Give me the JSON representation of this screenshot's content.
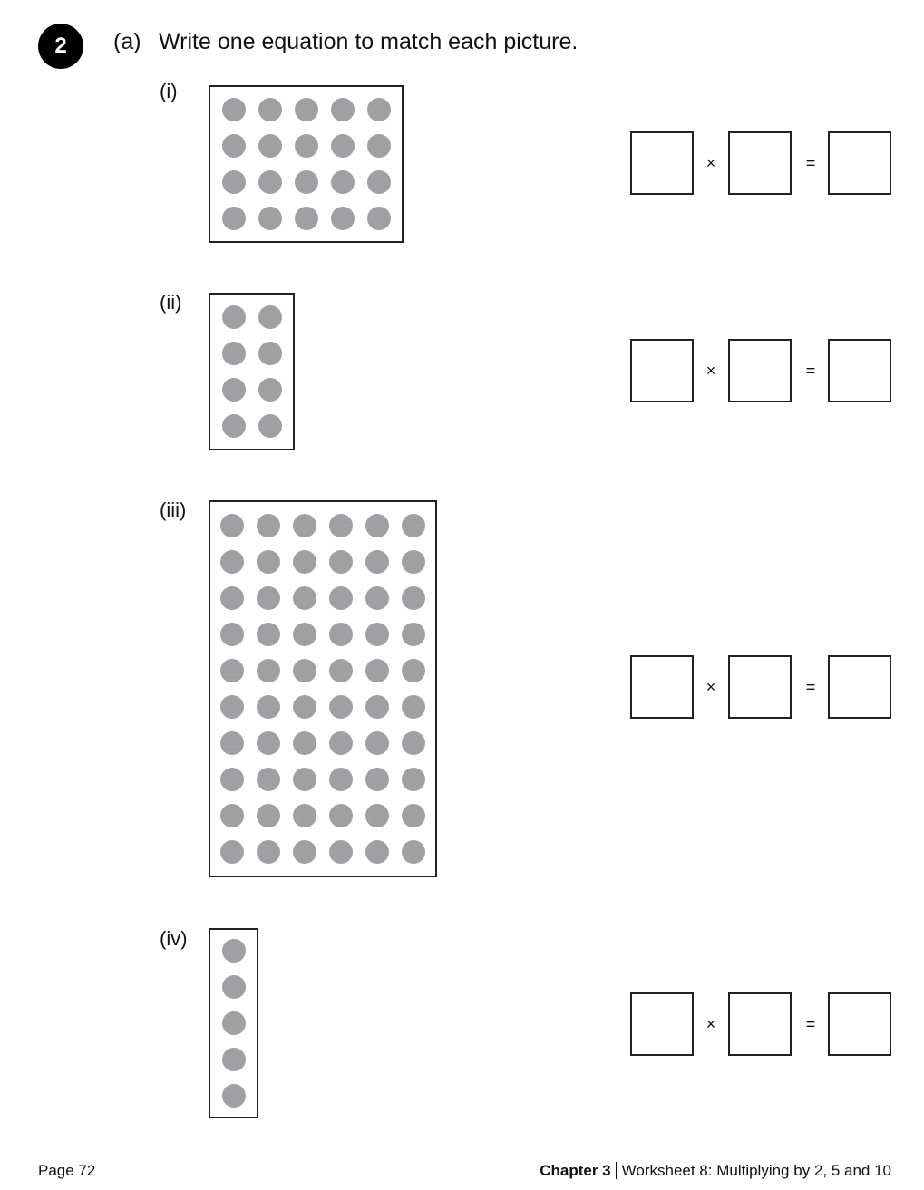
{
  "question": {
    "number": "2",
    "part_label": "(a)",
    "instruction": "Write one equation to match each picture."
  },
  "items": [
    {
      "label": "(i)",
      "rows": 4,
      "cols": 5
    },
    {
      "label": "(ii)",
      "rows": 4,
      "cols": 2
    },
    {
      "label": "(iii)",
      "rows": 10,
      "cols": 6
    },
    {
      "label": "(iv)",
      "rows": 5,
      "cols": 1
    }
  ],
  "equation": {
    "times": "×",
    "equals": "="
  },
  "footer": {
    "page": "Page 72",
    "chapter": "Chapter 3",
    "worksheet": "Worksheet 8: Multiplying by 2, 5 and 10"
  }
}
